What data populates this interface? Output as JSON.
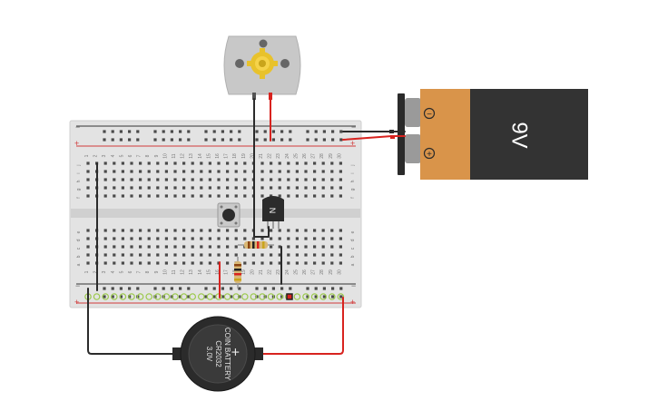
{
  "battery_9v": {
    "label": "9V",
    "minus_symbol": "−",
    "plus_symbol": "+",
    "body_color": "#333333",
    "cap_color": "#D9944A"
  },
  "coin_battery": {
    "line1": "COIN BATTERY",
    "line2": "CR2032",
    "line3": "3.0V",
    "plus_symbol": "+"
  },
  "transistor": {
    "marking": "N"
  },
  "breadboard": {
    "columns": 30,
    "row_letters_top": [
      "j",
      "i",
      "h",
      "g",
      "f"
    ],
    "row_letters_bottom": [
      "e",
      "d",
      "c",
      "b",
      "a"
    ],
    "rail_plus": "+",
    "rail_minus": "−",
    "rail_colors": {
      "positive": "#D23B3B",
      "negative": "#333333"
    }
  },
  "wire_colors": {
    "red": "#D8231F",
    "black": "#2B2B2B"
  }
}
